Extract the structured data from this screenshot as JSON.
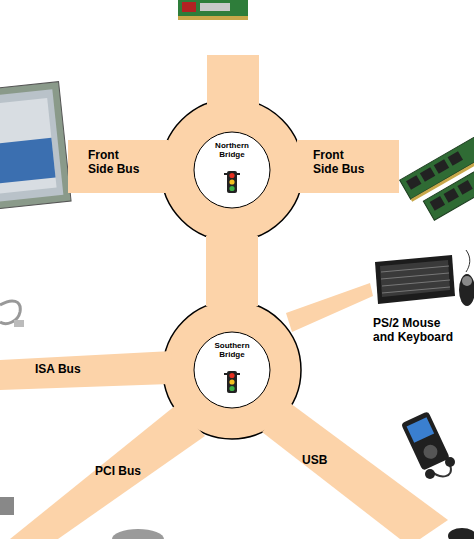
{
  "diagram": {
    "nodes": [
      {
        "text": [
          "Northern Bridge"
        ]
      },
      {
        "text": [
          "Southern Bridge"
        ]
      }
    ],
    "edges": [
      {
        "from": 0,
        "to": 1,
        "arrow": "none"
      }
    ],
    "labels": [
      "Front Side Bus",
      "Front Side Bus",
      "PS/2 Mouse and Keyboard",
      "ISA Bus",
      "PCI Bus",
      "USB"
    ]
  }
}
